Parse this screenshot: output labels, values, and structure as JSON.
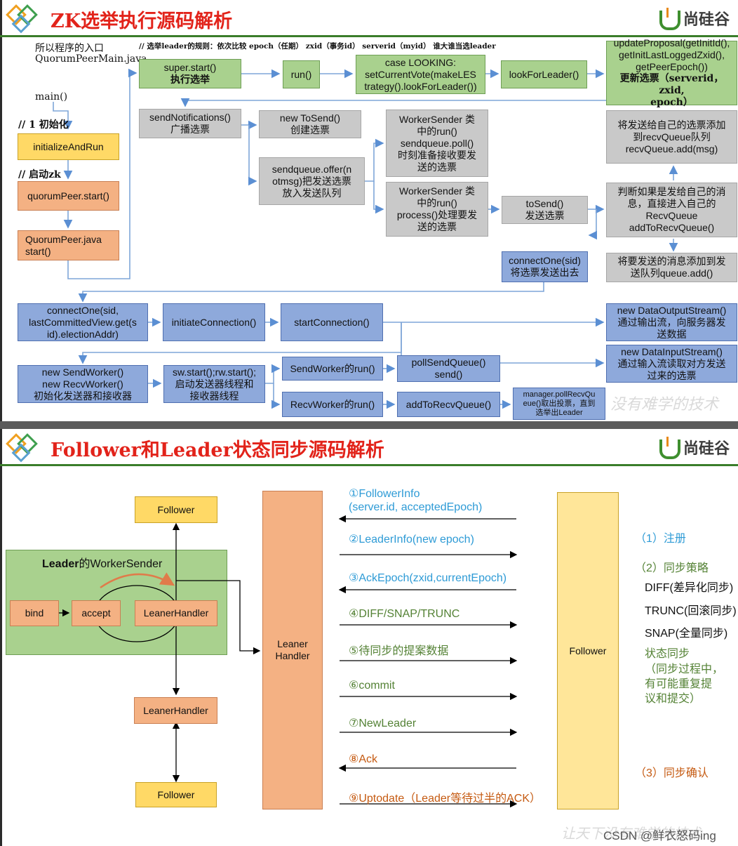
{
  "panel1": {
    "title": "ZK选举执行源码解析",
    "brand": "尚硅谷",
    "rule_text": "// 选举leader的规则：依次比较 epoch（任期） zxid（事务id） serverid（myid） 谁大谁当选leader",
    "entry_text_1": "所以程序的入口",
    "entry_text_2": "QuorumPeerMain.java",
    "main_text": "main()",
    "comment_init": "// 1 初始化",
    "comment_start": "// 启动zk",
    "initializeAndRun": "initializeAndRun",
    "quorumPeerStart": "quorumPeer.start()",
    "quorumPeerJava_1": "QuorumPeer.java",
    "quorumPeerJava_2": "start()",
    "superStart_1": "super.start()",
    "superStart_2": "执行选举",
    "run": "run()",
    "caseLooking_1": "case LOOKING:",
    "caseLooking_2": "setCurrentVote(makeLES",
    "caseLooking_3": "trategy().lookForLeader())",
    "lookForLeader": "lookForLeader()",
    "updateProposal_1": "updateProposal(getInitId(),",
    "updateProposal_2": "getInitLastLoggedZxid(),",
    "updateProposal_3": "getPeerEpoch())",
    "updateProposal_4": "更新选票（serverid， zxid,",
    "updateProposal_5": "epoch）",
    "sendNotifications_1": "sendNotifications()",
    "sendNotifications_2": "广播选票",
    "newToSend_1": "new ToSend()",
    "newToSend_2": "创建选票",
    "sendqueueOffer_1": "sendqueue.offer(n",
    "sendqueueOffer_2": "otmsg)把发送选票",
    "sendqueueOffer_3": "放入发送队列",
    "workerSender1_1": "WorkerSender 类",
    "workerSender1_2": "中的run()",
    "workerSender1_3": "sendqueue.poll()",
    "workerSender1_4": "时刻准备接收要发",
    "workerSender1_5": "送的选票",
    "workerSender2_1": "WorkerSender 类",
    "workerSender2_2": "中的run()",
    "workerSender2_3": "process()处理要发",
    "workerSender2_4": "送的选票",
    "toSend_1": "toSend()",
    "toSend_2": "发送选票",
    "recvQueueAdd_1": "将发送给自己的选票添加",
    "recvQueueAdd_2": "到recvQueue队列",
    "recvQueueAdd_3": "recvQueue.add(msg)",
    "judgeSelf_1": "判断如果是发给自己的消",
    "judgeSelf_2": "息，直接进入自己的",
    "judgeSelf_3": "RecvQueue",
    "judgeSelf_4": "addToRecvQueue()",
    "queueAdd_1": "将要发送的消息添加到发",
    "queueAdd_2": "送队列queue.add()",
    "connectOneSid_1": "connectOne(sid)",
    "connectOneSid_2": "将选票发送出去",
    "connectOne_1": "connectOne(sid,",
    "connectOne_2": "lastCommittedView.get(s",
    "connectOne_3": "id).electionAddr)",
    "initiateConnection": "initiateConnection()",
    "startConnection": "startConnection()",
    "dataOutput_1": "new DataOutputStream()",
    "dataOutput_2": "通过输出流，向服务器发",
    "dataOutput_3": "送数据",
    "dataInput_1": "new DataInputStream()",
    "dataInput_2": "通过输入流读取对方发送",
    "dataInput_3": "过来的选票",
    "newSendWorker_1": "new SendWorker()",
    "newSendWorker_2": "new RecvWorker()",
    "newSendWorker_3": "初始化发送器和接收器",
    "swStart_1": "sw.start();rw.start();",
    "swStart_2": "启动发送器线程和",
    "swStart_3": "接收器线程",
    "sendWorkerRun": "SendWorker的run()",
    "pollSendQueue_1": "pollSendQueue()",
    "pollSendQueue_2": "send()",
    "recvWorkerRun": "RecvWorker的run()",
    "addToRecvQueue": "addToRecvQueue()",
    "managerPoll_1": "manager.pollRecvQu",
    "managerPoll_2": "eue()取出投票，直到",
    "managerPoll_3": "选举出Leader",
    "watermark": "没有难学的技术"
  },
  "panel2": {
    "title": "Follower和Leader状态同步源码解析",
    "brand": "尚硅谷",
    "follower_top": "Follower",
    "leader_group_bold": "Leader",
    "leader_group_rest": "的WorkerSender",
    "bind": "bind",
    "accept": "accept",
    "leanerHandler_in": "LeanerHandler",
    "leanerHandler_mid": "LeanerHandler",
    "follower_bottom": "Follower",
    "leaner_handler_1": "Leaner",
    "leaner_handler_2": "Handler",
    "follower_right": "Follower",
    "messages": [
      {
        "line1": "①FollowerInfo",
        "line2": "(server.id, acceptedEpoch)"
      },
      {
        "line1": "②LeaderInfo(new epoch)",
        "line2": ""
      },
      {
        "line1": "③AckEpoch(zxid,currentEpoch)",
        "line2": ""
      },
      {
        "line1": "④DIFF/SNAP/TRUNC",
        "line2": ""
      },
      {
        "line1": "⑤待同步的提案数据",
        "line2": ""
      },
      {
        "line1": "⑥commit",
        "line2": ""
      },
      {
        "line1": "⑦NewLeader",
        "line2": ""
      },
      {
        "line1": "⑧Ack",
        "line2": ""
      },
      {
        "line1": "⑨Uptodate（Leader等待过半的ACK）",
        "line2": ""
      }
    ],
    "notes": {
      "register": "（1）注册",
      "sync_strategy": "（2）同步策略",
      "diff": "DIFF(差异化同步)",
      "trunc": "TRUNC(回滚同步)",
      "snap": "SNAP(全量同步)",
      "state_sync": "状态同步",
      "state_sync_detail_1": "（同步过程中，",
      "state_sync_detail_2": "有可能重复提",
      "state_sync_detail_3": "议和提交）",
      "confirm": "（3）同步确认"
    },
    "watermark": "让天下没有难学的技术",
    "csdn": "CSDN @鲜衣怒码ing"
  }
}
